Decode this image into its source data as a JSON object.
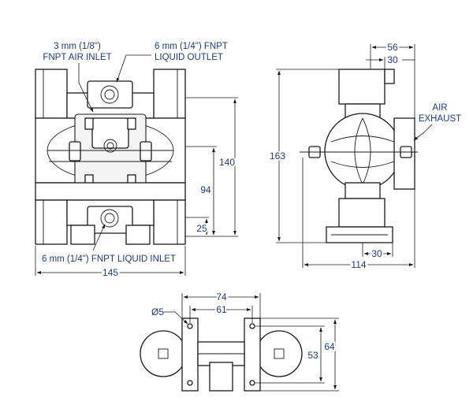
{
  "labels": {
    "air_inlet_line1": "3 mm (1/8\")",
    "air_inlet_line2": "FNPT AIR INLET",
    "liquid_outlet_line1": "6 mm (1/4\") FNPT",
    "liquid_outlet_line2": "LIQUID OUTLET",
    "liquid_inlet": "6 mm (1/4\") FNPT LIQUID INLET",
    "air_exhaust_line1": "AIR",
    "air_exhaust_line2": "EXHAUST"
  },
  "dimensions": {
    "overall_width": "145",
    "overall_height": "140",
    "outlet_height": "94",
    "inlet_height": "25",
    "side_height": "163",
    "side_depth": "114",
    "side_top_56": "56",
    "side_top_30": "30",
    "side_bottom_30": "30",
    "hole_diameter": "Ø5",
    "bolt_span_74": "74",
    "bolt_span_61": "61",
    "bolt_span_53": "53",
    "bolt_span_64": "64"
  },
  "colors": {
    "label": "#1e3a7b",
    "line": "#1a1a1a"
  }
}
